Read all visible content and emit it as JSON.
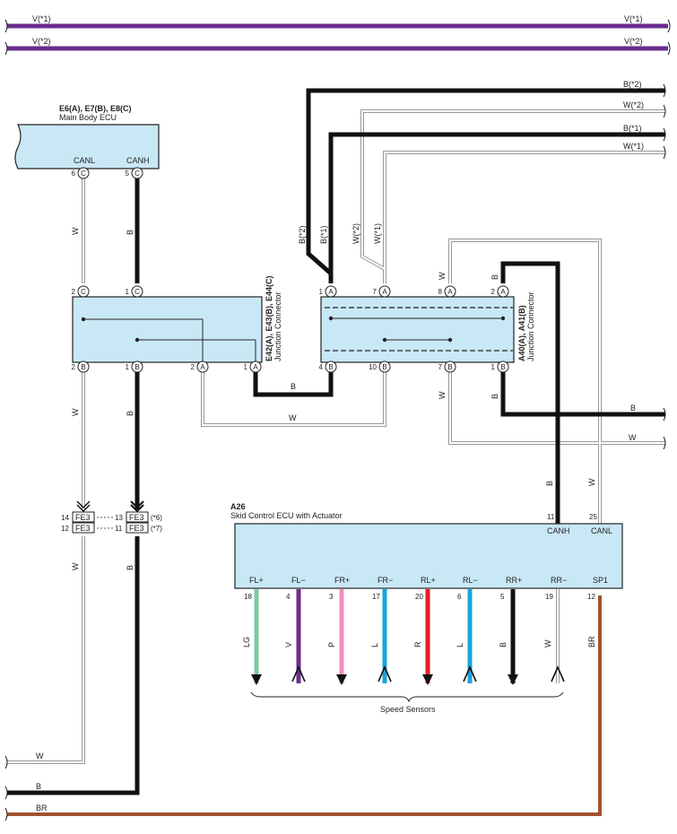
{
  "rails": {
    "v1": "V(*1)",
    "v2": "V(*2)"
  },
  "colors": {
    "violet": "#6a2c8e",
    "black": "#111111",
    "white_wire": "#bbbbbb",
    "brown": "#a0522d",
    "light_green": "#7ec8a0",
    "pink": "#f090c0",
    "light_blue": "#1aa3d9",
    "red": "#e0202a",
    "component_fill": "#c9e8f6"
  },
  "main_body_ecu": {
    "ref": "E6(A), E7(B), E8(C)",
    "name": "Main Body ECU",
    "pins": [
      {
        "num": "6",
        "letter": "C",
        "signal": "CANL"
      },
      {
        "num": "5",
        "letter": "C",
        "signal": "CANH"
      }
    ]
  },
  "junction_left": {
    "ref": "E42(A), E43(B), E44(C)",
    "name": "Junction Connector",
    "top_pins": [
      {
        "num": "2",
        "letter": "C"
      },
      {
        "num": "1",
        "letter": "C"
      }
    ],
    "bottom_pins": [
      {
        "num": "2",
        "letter": "B"
      },
      {
        "num": "1",
        "letter": "B"
      },
      {
        "num": "2",
        "letter": "A"
      },
      {
        "num": "1",
        "letter": "A"
      }
    ]
  },
  "junction_right": {
    "ref": "A40(A), A41(B)",
    "name": "Junction Connector",
    "top_pins": [
      {
        "num": "1",
        "letter": "A"
      },
      {
        "num": "7",
        "letter": "A"
      },
      {
        "num": "8",
        "letter": "A"
      },
      {
        "num": "2",
        "letter": "A"
      }
    ],
    "bottom_pins": [
      {
        "num": "4",
        "letter": "B"
      },
      {
        "num": "10",
        "letter": "B"
      },
      {
        "num": "7",
        "letter": "B"
      },
      {
        "num": "1",
        "letter": "B"
      }
    ]
  },
  "wire_labels": {
    "w": "W",
    "b": "B",
    "br": "BR",
    "b2": "B(*2)",
    "b1": "B(*1)",
    "w2": "W(*2)",
    "w1": "W(*1)"
  },
  "fe3": {
    "name": "FE3",
    "rows": [
      {
        "left_num": "14",
        "right_num": "13",
        "note": "(*6)"
      },
      {
        "left_num": "12",
        "right_num": "11",
        "note": "(*7)"
      }
    ]
  },
  "skid_ecu": {
    "ref": "A26",
    "name": "Skid Control ECU with Actuator",
    "top_pins": [
      {
        "num": "11",
        "signal": "CANH"
      },
      {
        "num": "25",
        "signal": "CANL"
      }
    ],
    "bottom_pins": [
      {
        "signal": "FL+",
        "num": "18",
        "color": "LG"
      },
      {
        "signal": "FL−",
        "num": "4",
        "color": "V"
      },
      {
        "signal": "FR+",
        "num": "3",
        "color": "P"
      },
      {
        "signal": "FR−",
        "num": "17",
        "color": "L"
      },
      {
        "signal": "RL+",
        "num": "20",
        "color": "R"
      },
      {
        "signal": "RL−",
        "num": "6",
        "color": "L"
      },
      {
        "signal": "RR+",
        "num": "5",
        "color": "B"
      },
      {
        "signal": "RR−",
        "num": "19",
        "color": "W"
      },
      {
        "signal": "SP1",
        "num": "12",
        "color": "BR"
      }
    ],
    "speed_sensors_label": "Speed Sensors"
  }
}
